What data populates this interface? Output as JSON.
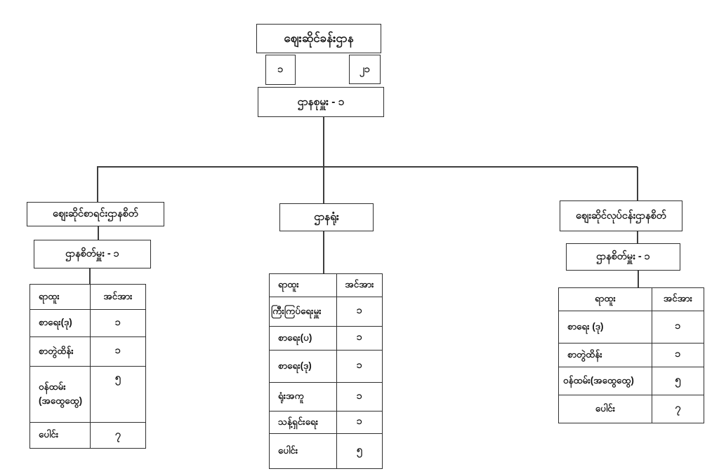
{
  "page": {
    "background": "#ffffff",
    "border_color": "#2f2f2f",
    "line_color": "#3d3d3d",
    "text_color": "#161616"
  },
  "root": {
    "title": "ဈေးဆိုင်ခန်းဌာန",
    "left_count": "၁",
    "right_count": "၂၁",
    "subtitle": "ဌာနစုမှူး - ၁"
  },
  "branches": {
    "left": {
      "title": "ဈေးဆိုင်စာရင်းဌာနစိတ်",
      "subtitle": "ဌာနစိတ်မှူး - ၁",
      "table": {
        "headers": [
          "ရာထူး",
          "အင်အား"
        ],
        "rows": [
          {
            "position": "စာရေး(ဒု)",
            "strength": "၁"
          },
          {
            "position": "စာတွဲထိန်း",
            "strength": "၁"
          },
          {
            "position": "ဝန်ထမ်း (အထွေထွေ)",
            "strength": "၅"
          },
          {
            "position": "ပေါင်း",
            "strength": "၇"
          }
        ]
      }
    },
    "middle": {
      "title": "ဌာနရုံး",
      "table": {
        "headers": [
          "ရာထူး",
          "အင်အား"
        ],
        "rows": [
          {
            "position": "ကြီးကြပ်ရေးမှူး",
            "strength": "၁"
          },
          {
            "position": "စာရေး(ပ)",
            "strength": "၁"
          },
          {
            "position": "စာရေး(ဒု)",
            "strength": "၁"
          },
          {
            "position": "ရုံးအကူ",
            "strength": "၁"
          },
          {
            "position": "သန့်ရှင်းရေး",
            "strength": "၁"
          },
          {
            "position": "ပေါင်း",
            "strength": "၅"
          }
        ]
      }
    },
    "right": {
      "title": "ဈေးဆိုင်လုပ်ငန်းဌာနစိတ်",
      "subtitle": "ဌာနစိတ်မှူး - ၁",
      "table": {
        "headers": [
          "ရာထူး",
          "အင်အား"
        ],
        "rows": [
          {
            "position": "စာရေး (ဒု)",
            "strength": "၁"
          },
          {
            "position": "စာတွဲထိန်း",
            "strength": "၁"
          },
          {
            "position": "ဝန်ထမ်း(အထွေထွေ)",
            "strength": "၅"
          },
          {
            "position": "ပေါင်း",
            "strength": "၇"
          }
        ]
      }
    }
  }
}
